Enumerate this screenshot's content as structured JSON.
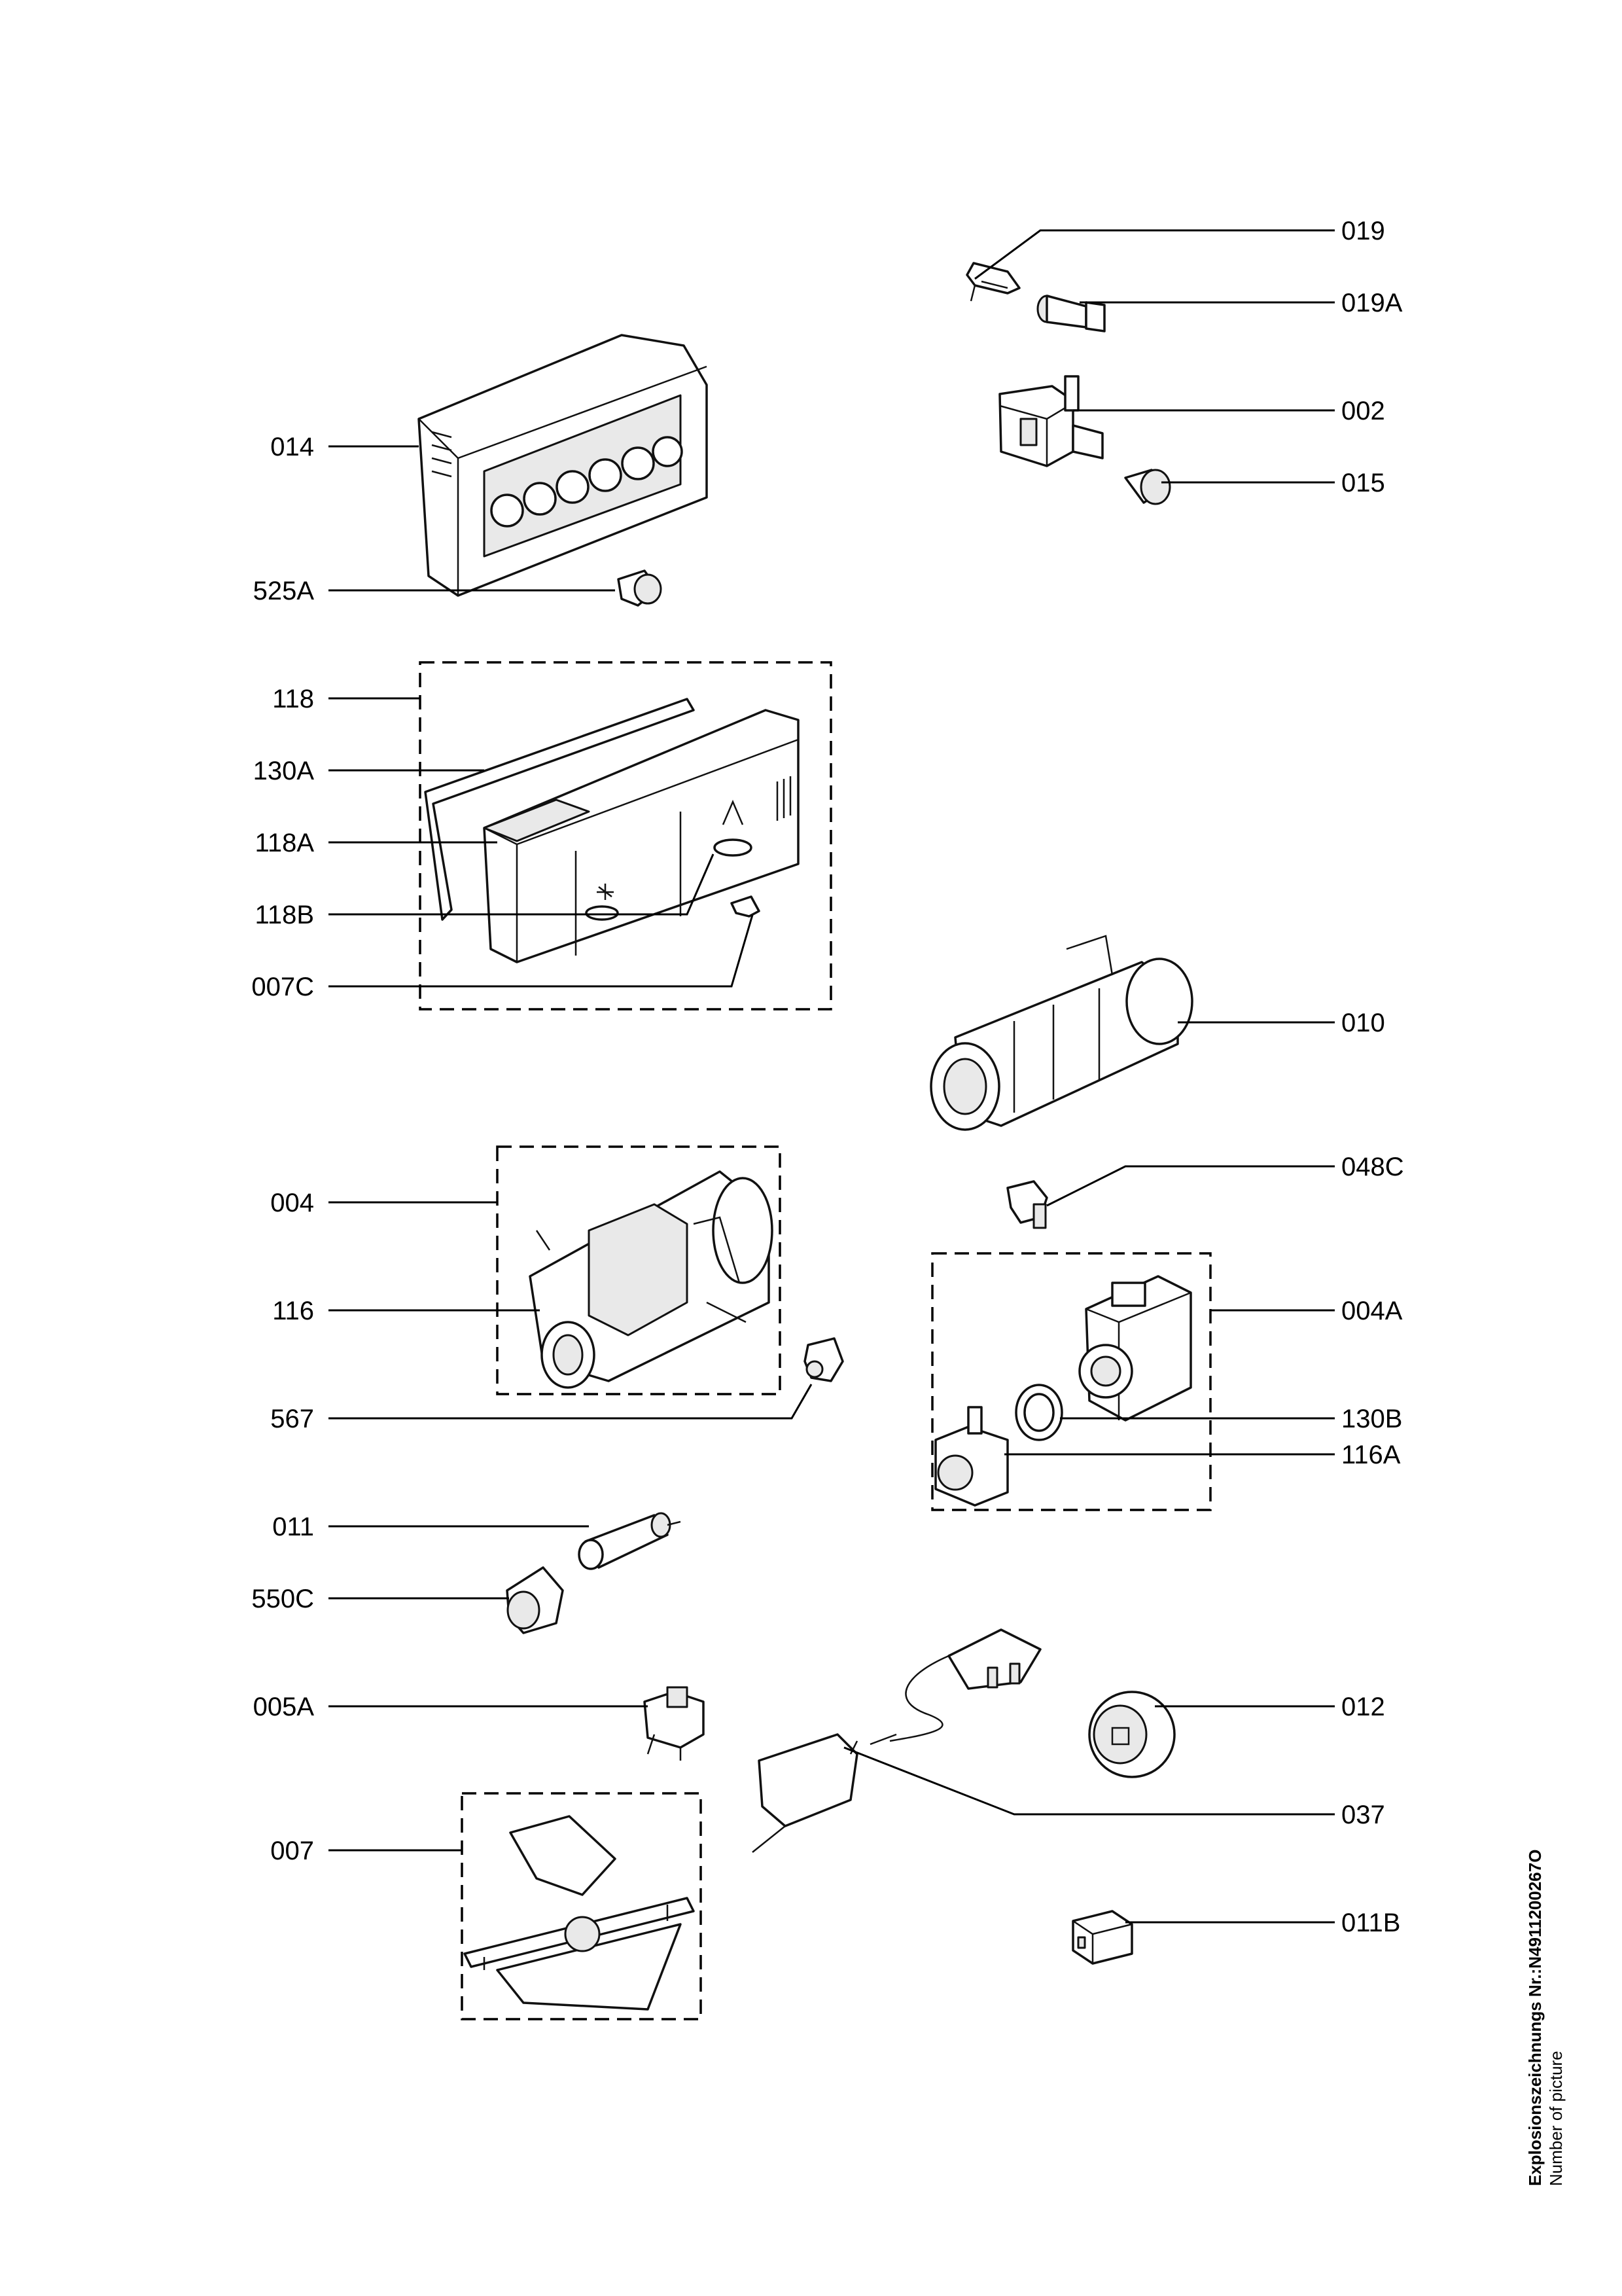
{
  "labels": {
    "l019": "019",
    "l019A": "019A",
    "l002": "002",
    "l015": "015",
    "l014": "014",
    "l525A": "525A",
    "l118": "118",
    "l130A": "130A",
    "l118A": "118A",
    "l118B": "118B",
    "l007C": "007C",
    "l010": "010",
    "l004": "004",
    "l048C": "048C",
    "l116": "116",
    "l004A": "004A",
    "l567": "567",
    "l130B": "130B",
    "l116A": "116A",
    "l011": "011",
    "l550C": "550C",
    "l005A": "005A",
    "l012": "012",
    "l037": "037",
    "l007": "007",
    "l011B": "011B"
  },
  "footer": {
    "line1": "Explosionszeichnungs  Nr.:N4911200267O",
    "line2": "Number of picture"
  }
}
